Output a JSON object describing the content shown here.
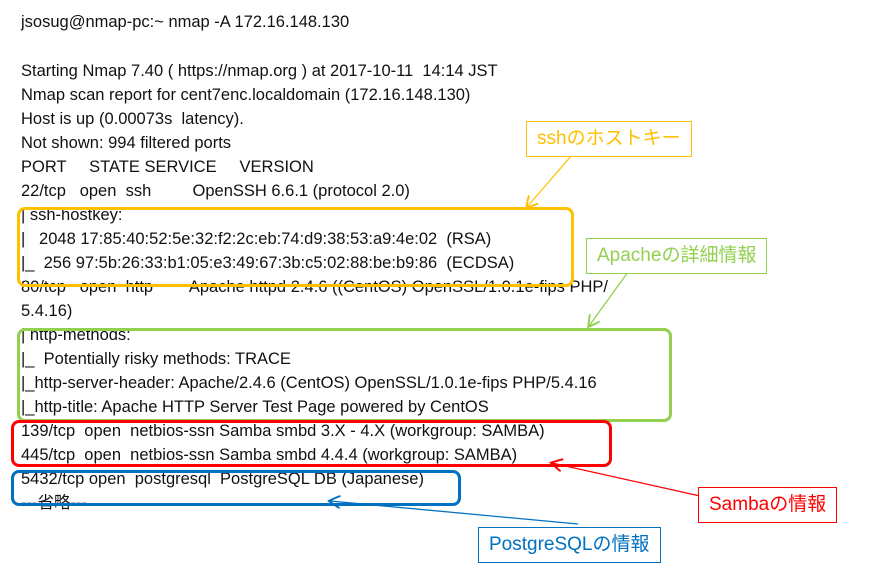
{
  "terminal": {
    "lines": [
      "jsosug@nmap-pc:~ nmap -A 172.16.148.130",
      "",
      "Starting Nmap 7.40 ( https://nmap.org ) at 2017-10-11  14:14 JST",
      "Nmap scan report for cent7enc.localdomain (172.16.148.130)",
      "Host is up (0.00073s  latency).",
      "Not shown: 994 filtered ports",
      "PORT     STATE SERVICE     VERSION",
      "22/tcp   open  ssh         OpenSSH 6.6.1 (protocol 2.0)",
      "| ssh-hostkey:",
      "|   2048 17:85:40:52:5e:32:f2:2c:eb:74:d9:38:53:a9:4e:02  (RSA)",
      "|_  256 97:5b:26:33:b1:05:e3:49:67:3b:c5:02:88:be:b9:86  (ECDSA)",
      "80/tcp   open  http        Apache httpd 2.4.6 ((CentOS) OpenSSL/1.0.1e-fips PHP/",
      "5.4.16)",
      "| http-methods:",
      "|_  Potentially risky methods: TRACE",
      "|_http-server-header: Apache/2.4.6 (CentOS) OpenSSL/1.0.1e-fips PHP/5.4.16",
      "|_http-title: Apache HTTP Server Test Page powered by CentOS",
      "139/tcp  open  netbios-ssn Samba smbd 3.X - 4.X (workgroup: SAMBA)",
      "445/tcp  open  netbios-ssn Samba smbd 4.4.4 (workgroup: SAMBA)",
      "5432/tcp open  postgresql  PostgreSQL DB (Japanese)",
      "---省略---"
    ]
  },
  "annotations": {
    "ssh": "sshのホストキー",
    "apache": "Apacheの詳細情報",
    "samba": "Sambaの情報",
    "postgres": "PostgreSQLの情報"
  },
  "colors": {
    "ssh": "#FFC000",
    "apache": "#92D050",
    "samba": "#FF0000",
    "postgres": "#0070C0"
  }
}
